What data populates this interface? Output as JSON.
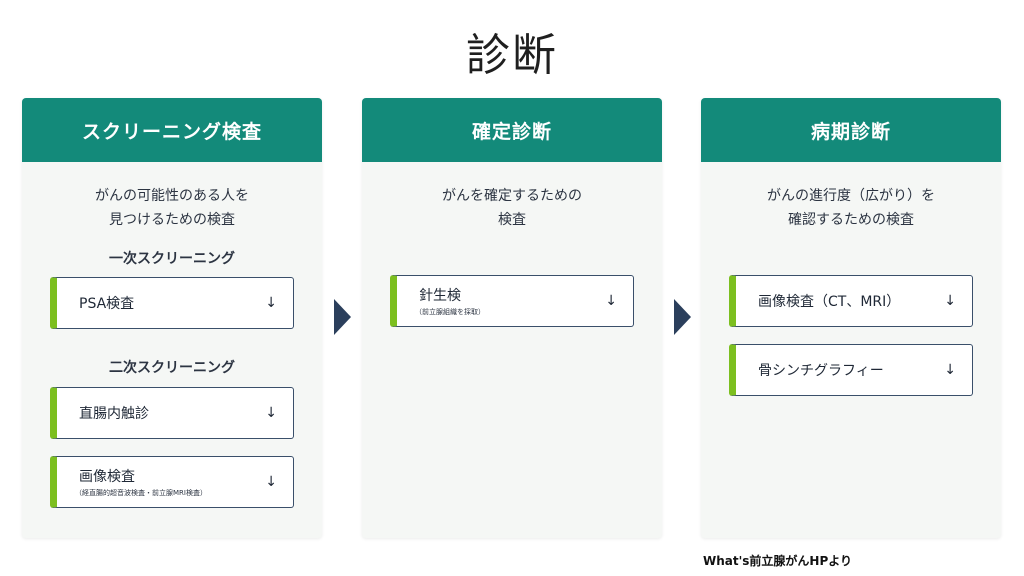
{
  "title": "診断",
  "panels": [
    {
      "header": "スクリーニング検査",
      "desc": [
        "がんの可能性のある人を",
        "見つけるための検査"
      ],
      "sections": [
        {
          "label": "一次スクリーニング"
        },
        {
          "label": "二次スクリーニング"
        }
      ],
      "items": [
        {
          "label": "PSA検査",
          "arrow": "↓"
        },
        {
          "label": "直腸内触診",
          "arrow": "↓"
        },
        {
          "label": "画像検査",
          "sub": "（経直腸的超音波検査・前立腺MRI検査）",
          "arrow": "↓"
        }
      ]
    },
    {
      "header": "確定診断",
      "desc": [
        "がんを確定するための",
        "検査"
      ],
      "items": [
        {
          "label": "針生検",
          "sub": "（前立腺組織を採取）",
          "arrow": "↓"
        }
      ]
    },
    {
      "header": "病期診断",
      "desc": [
        "がんの進行度（広がり）を",
        "確認するための検査"
      ],
      "items": [
        {
          "label": "画像検査（CT、MRI）",
          "arrow": "↓"
        },
        {
          "label": "骨シンチグラフィー",
          "arrow": "↓"
        }
      ]
    }
  ],
  "credit": "What's前立腺がんHPより",
  "colors": {
    "header": "#138a7a",
    "accent_bar": "#7cbf1f",
    "chevron": "#2b3f5c",
    "panel_bg": "#f5f7f5"
  }
}
